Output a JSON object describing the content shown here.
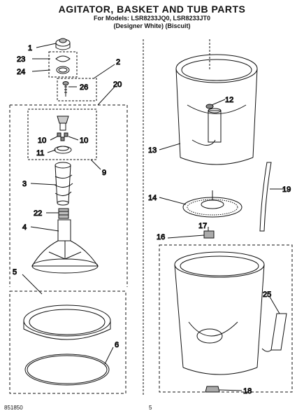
{
  "header": {
    "title": "AGITATOR, BASKET AND TUB PARTS",
    "for_models": "For Models: LSR8233JQ0, LSR8233JT0",
    "variant": "(Designer White)  (Biscuit)"
  },
  "callouts": {
    "c1": "1",
    "c2": "2",
    "c3": "3",
    "c4": "4",
    "c5": "5",
    "c6": "6",
    "c9": "9",
    "c10a": "10",
    "c10b": "10",
    "c11": "11",
    "c12": "12",
    "c13": "13",
    "c14": "14",
    "c16": "16",
    "c17": "17",
    "c18": "18",
    "c19": "19",
    "c20": "20",
    "c22": "22",
    "c23": "23",
    "c24": "24",
    "c25": "25",
    "c26": "26"
  },
  "footer": {
    "doc_id": "851850",
    "page": "5"
  }
}
